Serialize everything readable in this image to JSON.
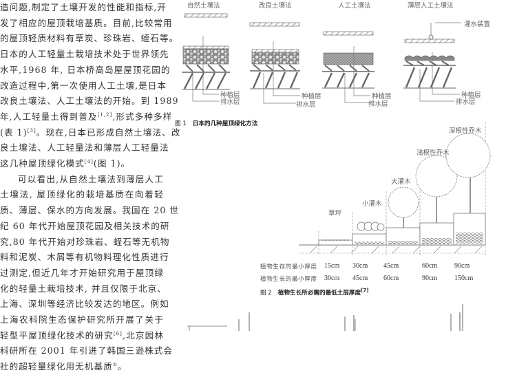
{
  "body_text": {
    "lines": [
      "造问题,制定了土壤开发的性能和指标,开",
      "发了相应的屋顶栽培基质。目前,比较常用",
      "的屋顶轻质材料有草炭、珍珠岩、蛭石等。",
      "日本的人工轻量土栽培技术处于世界领先",
      "水平,1968 年, 日本桥高岛屋屋顶花园的",
      "改造过程中,第一次使用人工土壤,是日本",
      "改良土壤法、人工土壤法的开始。到 1989",
      "年,人工轻量土得到普及",
      "(表 1)",
      "良土壤法、人工轻量法和薄层人工轻量法",
      "这几种屋顶绿化模式",
      "可以看出,从自然土壤法到薄层人工",
      "土壤法, 屋顶绿化的栽培基质在向着轻",
      "质、薄层、保水的方向发展。我国在 20 世",
      "纪 60 年代开始屋顶花园及相关技术的研",
      "究,80 年代开始对珍珠岩、蛭石等无机物",
      "料和泥炭、木屑等有机物料理化性质进行",
      "过测定,但近几年才开始研究用于屋顶绿",
      "化的轻量土栽培技术, 并且仅限于北京、",
      "上海、深圳等经济比较发达的地区。例如",
      "上海农科院生态保护研究所开展了关于",
      "轻型平屋顶绿化技术的研究",
      "科研所在 2001 年引进了韩国三逊株式会",
      "社的超轻量绿化用无机基质"
    ],
    "line8_tail": ",形式多种多样",
    "line9_tail": "。现在,日本已形成自然土壤法、改",
    "line11_tail": "(图 1)。",
    "line22_tail": ",北京园林",
    "line24_tail": "。",
    "refs": {
      "r12": "[1,2]",
      "r3": "[3]",
      "r4": "[4]",
      "r6": "[6]",
      "fn1": "①"
    }
  },
  "figure1": {
    "methods": [
      "自然土壤法",
      "改良土壤法",
      "人工土壤法",
      "薄层人工土壤法"
    ],
    "irrigation_label": "灌水装置",
    "planting_layer_label": "种植层",
    "drainage_layer_label": "排水层",
    "caption_num": "图 1",
    "caption_text": "日本的几种屋顶绿化方法"
  },
  "figure2": {
    "plant_types": [
      "草坪",
      "小灌木",
      "大灌木",
      "浅根性乔木",
      "深根性乔木"
    ],
    "table": {
      "rows": [
        {
          "label": "植物生存的最小厚度",
          "values": [
            "15cm",
            "30cm",
            "45cm",
            "60cm",
            "90cm"
          ]
        },
        {
          "label": "植物生长的最小厚度",
          "values": [
            "30cm",
            "45cm",
            "60cm",
            "90cm",
            "150cm"
          ]
        }
      ]
    },
    "caption_num": "图 2",
    "caption_text": "植物生长所必需的最低土层厚度",
    "caption_ref": "[7]"
  }
}
